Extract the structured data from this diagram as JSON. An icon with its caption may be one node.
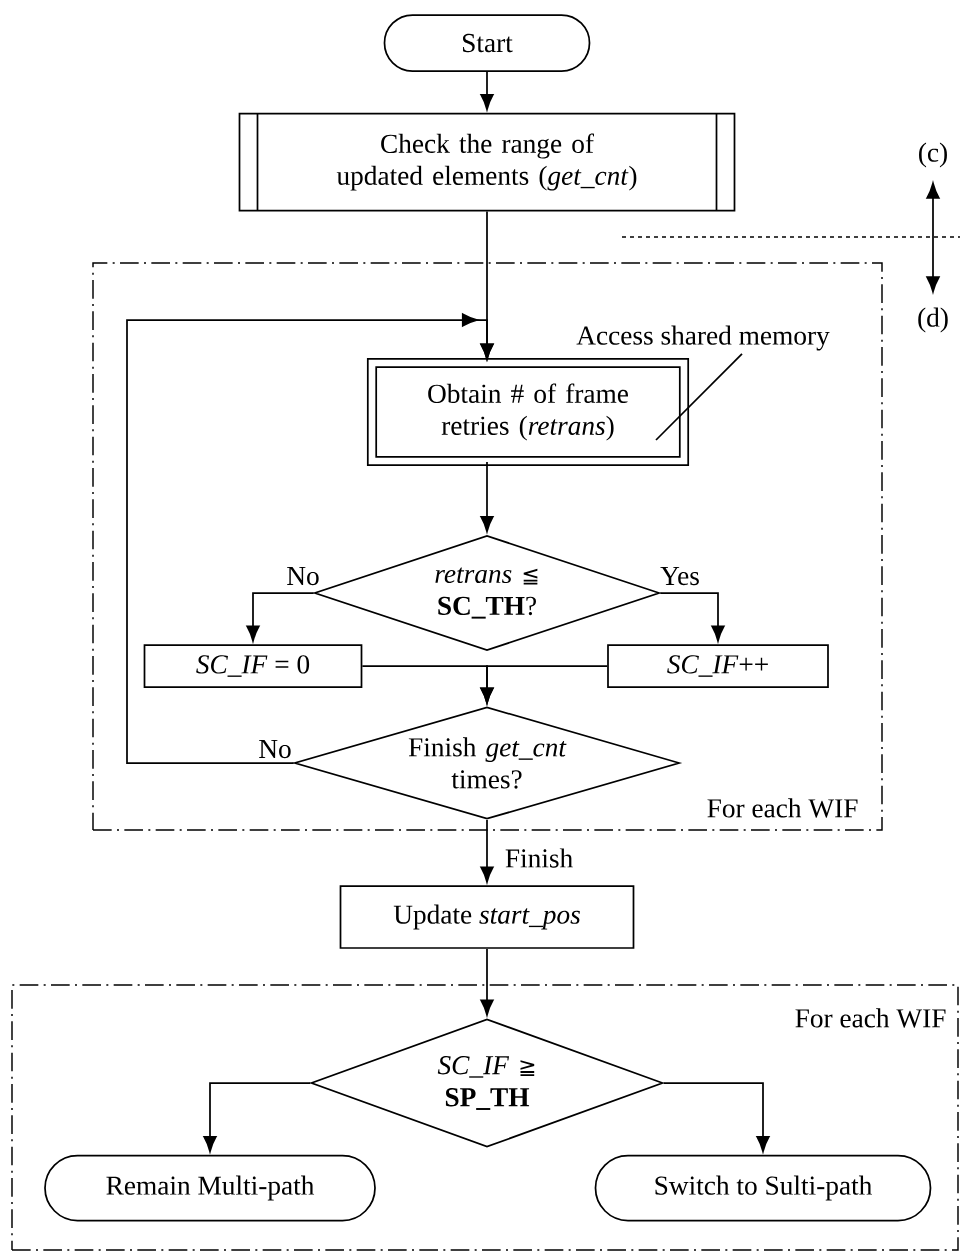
{
  "diagram": {
    "nodes": [
      {
        "text": [
          "Start"
        ]
      },
      {
        "text": [
          "Check the range of updated elements (*get_cnt*)"
        ]
      },
      {
        "text": [
          "For each WIF"
        ]
      },
      {
        "text": [
          "Obtain # of frame retries (*retrans*)"
        ],
        "in": 2
      },
      {
        "text": [
          "*retrans* ≦ **SC_TH**?"
        ],
        "in": 2
      },
      {
        "text": [
          "*SC_IF* = 0"
        ],
        "in": 2
      },
      {
        "text": [
          "*SC_IF*++"
        ],
        "in": 2
      },
      {
        "text": [
          "Finish *get_cnt* times?"
        ],
        "in": 2
      },
      {
        "text": [
          "Update *start_pos*"
        ]
      },
      {
        "text": [
          "For each WIF"
        ]
      },
      {
        "text": [
          "*SC_IF* ≧ **SP_TH**"
        ],
        "in": 9
      },
      {
        "text": [
          "Remain Multi-path"
        ],
        "in": 9
      },
      {
        "text": [
          "Switch to Sulti-path"
        ],
        "in": 9
      },
      {
        "text": [
          "Access shared memory"
        ],
        "in": 2
      }
    ],
    "edges": [
      {
        "from": 0,
        "to": 1,
        "arrow": "to"
      },
      {
        "from": 1,
        "to": 3,
        "arrow": "to"
      },
      {
        "from": 7,
        "to": 3,
        "arrow": "to",
        "label": "No"
      },
      {
        "from": 3,
        "to": 4,
        "arrow": "to"
      },
      {
        "from": 4,
        "to": 5,
        "arrow": "to",
        "label": "No"
      },
      {
        "from": 4,
        "to": 6,
        "arrow": "to",
        "label": "Yes"
      },
      {
        "from": 5,
        "to": 7,
        "arrow": "to"
      },
      {
        "from": 6,
        "to": 7,
        "arrow": "to"
      },
      {
        "from": 7,
        "to": 8,
        "arrow": "to",
        "label": "Finish"
      },
      {
        "from": 8,
        "to": 10,
        "arrow": "to"
      },
      {
        "from": 10,
        "to": 11,
        "arrow": "to"
      },
      {
        "from": 10,
        "to": 12,
        "arrow": "to"
      },
      {
        "from": 13,
        "to": 3,
        "arrow": "none"
      }
    ],
    "labels": [
      "(c)",
      "(d)"
    ]
  }
}
